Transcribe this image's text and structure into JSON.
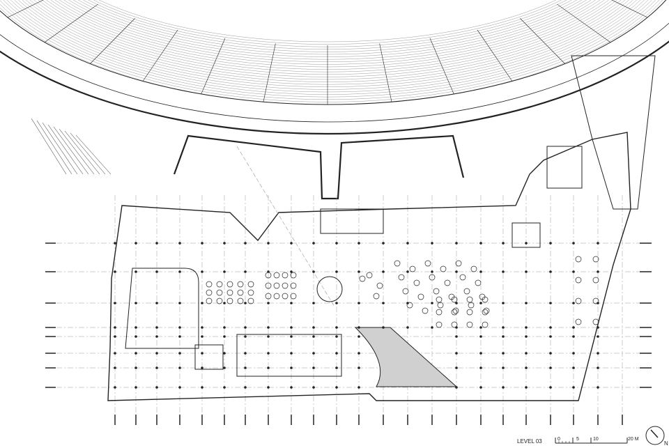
{
  "drawing": {
    "level_label": "LEVEL 03",
    "scale_bar": {
      "ticks": [
        "0",
        "5",
        "10",
        "20 M"
      ]
    },
    "north_label": "N"
  },
  "colors": {
    "line": "#222222",
    "light_line": "#9a9a9a",
    "ramp_fill": "#d0d0d0"
  }
}
